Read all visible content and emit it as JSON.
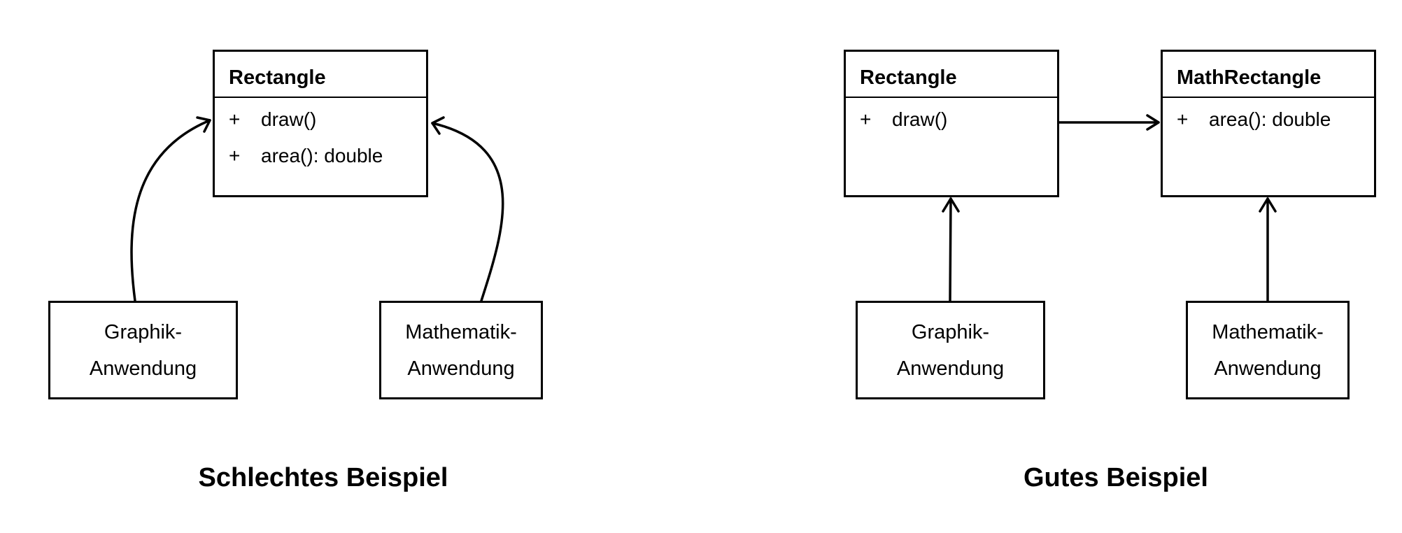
{
  "bad_example": {
    "caption": "Schlechtes Beispiel",
    "rectangle": {
      "name": "Rectangle",
      "members": [
        {
          "visibility": "+",
          "text": "draw()"
        },
        {
          "visibility": "+",
          "text": "area(): double"
        }
      ]
    },
    "graphik_app": {
      "line1": "Graphik-",
      "line2": "Anwendung"
    },
    "math_app": {
      "line1": "Mathematik-",
      "line2": "Anwendung"
    }
  },
  "good_example": {
    "caption": "Gutes Beispiel",
    "rectangle": {
      "name": "Rectangle",
      "members": [
        {
          "visibility": "+",
          "text": "draw()"
        }
      ]
    },
    "math_rectangle": {
      "name": "MathRectangle",
      "members": [
        {
          "visibility": "+",
          "text": "area(): double"
        }
      ]
    },
    "graphik_app": {
      "line1": "Graphik-",
      "line2": "Anwendung"
    },
    "math_app": {
      "line1": "Mathematik-",
      "line2": "Anwendung"
    }
  }
}
